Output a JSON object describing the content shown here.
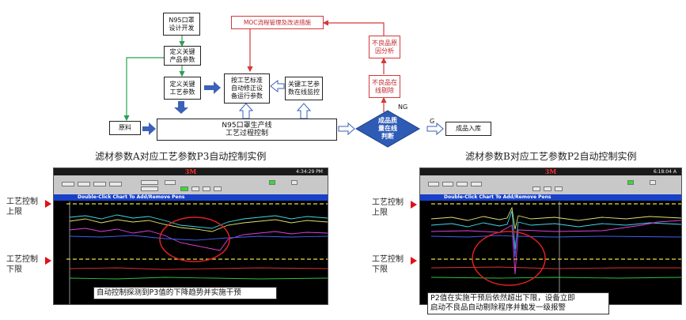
{
  "flow": {
    "design": "N95口罩\n设计开发",
    "define_product": "定义关键\n产品参数",
    "define_process": "定义关键\n工艺参数",
    "raw_material": "原料",
    "production_line": "N95口罩生产线\n工艺过程控制",
    "auto_adjust": "按工艺标准\n自动修正设\n备运行参数",
    "online_monitor": "关键工艺参\n数在线监控",
    "moc": "MOC流程管理及改进措施",
    "root_cause": "不良品原\n因分析",
    "reject": "不良品在\n线剔除",
    "quality_judge": "成品质\n量在线\n判断",
    "ng_label": "NG",
    "g_label": "G",
    "warehouse": "成品入库"
  },
  "captions": {
    "left": "滤材参数A对应工艺参数P3自动控制实例",
    "right": "滤材参数B对应工艺参数P2自动控制实例"
  },
  "side_labels": {
    "upper_left": "工艺控制\n上限",
    "lower_left": "工艺控制\n下限",
    "upper_right": "工艺控制\n上限",
    "lower_right": "工艺控制\n下限"
  },
  "screens": {
    "brand": "3M",
    "left_clock": "4:34:29 PM",
    "right_clock": "6:18:04 A",
    "chart_hint": "Double-Click Chart To Add/Remove Pens"
  },
  "annotations": {
    "left": "自动控制探测到P3值的下降趋势并实施干预",
    "right": "P2值在实施干预后依然超出下限，设备立即\n启动不良品自动剔除程序并触发一级报警"
  },
  "colors": {
    "arrow_blue": "#3a62b8",
    "diamond_blue": "#2e5bb5",
    "limit_yellow": "#e8e040",
    "circle_red": "#e02020"
  }
}
